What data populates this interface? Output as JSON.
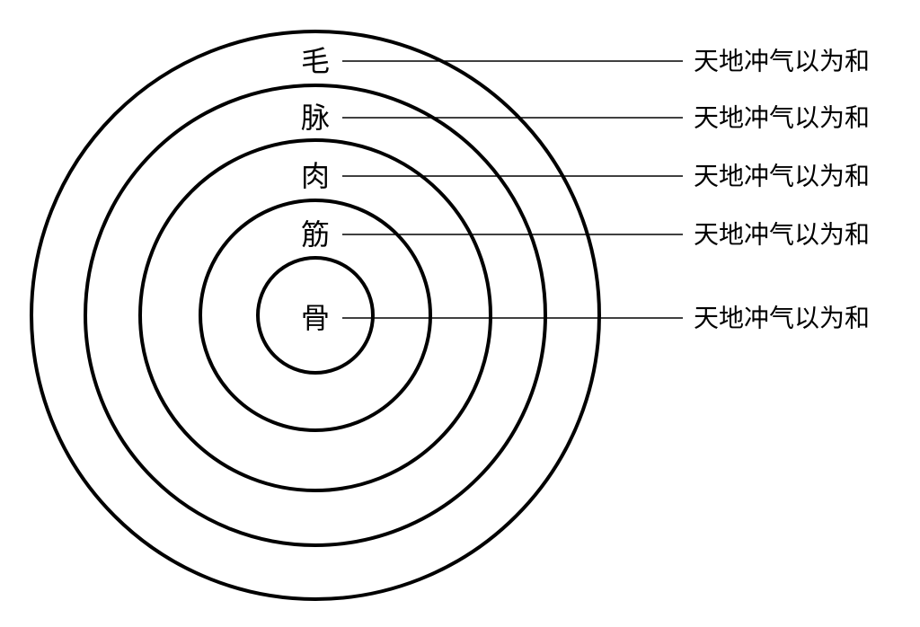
{
  "layers": [
    {
      "label": "毛",
      "note": "天地冲气以为和"
    },
    {
      "label": "脉",
      "note": "天地冲气以为和"
    },
    {
      "label": "肉",
      "note": "天地冲气以为和"
    },
    {
      "label": "筋",
      "note": "天地冲气以为和"
    },
    {
      "label": "骨",
      "note": "天地冲气以为和"
    }
  ],
  "colors": {
    "stroke": "#000000",
    "background": "#ffffff"
  }
}
